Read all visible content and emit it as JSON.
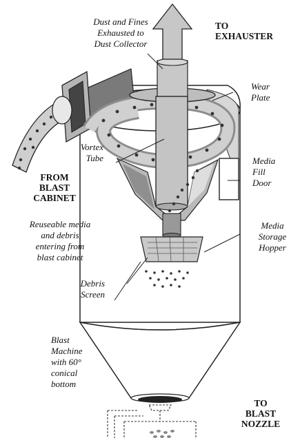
{
  "labels": {
    "dust_fines": "Dust and Fines\nExhausted to\nDust Collector",
    "to_exhauster": "TO\nEXHAUSTER",
    "wear_plate": "Wear\nPlate",
    "vortex_tube": "Vortex\nTube",
    "from_blast_cabinet": "FROM\nBLAST\nCABINET",
    "media_fill_door": "Media\nFill\nDoor",
    "reuseable_media": "Reuseable media\nand debris\nentering from\nblast cabinet",
    "media_storage_hopper": "Media\nStorage\nHopper",
    "debris_screen": "Debris\nScreen",
    "blast_machine": "Blast\nMachine\nwith 60°\nconical\nbottom",
    "to_blast_nozzle": "TO\nBLAST\nNOZZLE"
  }
}
